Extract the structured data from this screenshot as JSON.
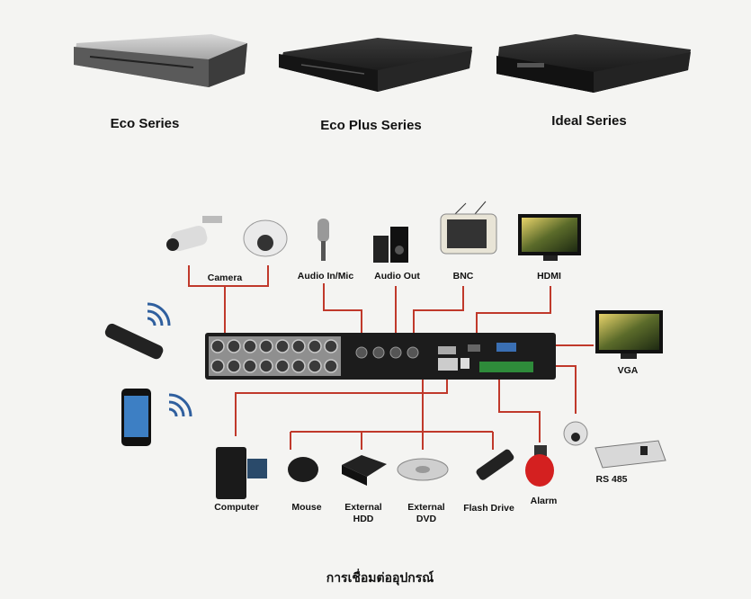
{
  "series": [
    {
      "name": "Eco Series"
    },
    {
      "name": "Eco Plus Series"
    },
    {
      "name": "Ideal Series"
    }
  ],
  "devices": {
    "camera": "Camera",
    "audio_in": "Audio In/Mic",
    "audio_out": "Audio Out",
    "bnc": "BNC",
    "hdmi": "HDMI",
    "vga": "VGA",
    "computer": "Computer",
    "mouse": "Mouse",
    "external_hdd": "External\nHDD",
    "external_dvd": "External\nDVD",
    "flash_drive": "Flash Drive",
    "alarm": "Alarm",
    "rs485": "RS 485"
  },
  "caption": "การเชื่อมต่ออุปกรณ์",
  "colors": {
    "line": "#c0392b",
    "dvr_body": "#1c1c1c",
    "background": "#f4f4f2"
  }
}
